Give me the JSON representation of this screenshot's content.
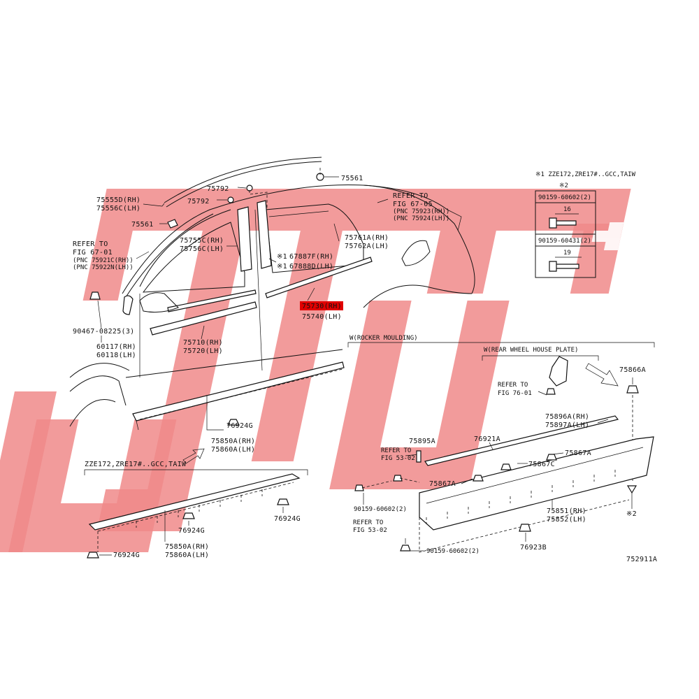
{
  "diagram_id": "752911A",
  "colors": {
    "watermark": "#f08a8a",
    "highlight": "#e00000",
    "line": "#111111"
  },
  "top_labels": {
    "p75561_top": "75561",
    "p75792_a": "75792",
    "p75792_b": "75792",
    "p75555d": "75555D(RH)",
    "p75556c": "75556C(LH)",
    "p75561_left": "75561",
    "p75755c": "75755C(RH)",
    "p75756c": "75756C(LH)",
    "p75761a": "75761A(RH)",
    "p75762a": "75762A(LH)",
    "p67887f": "67887F(RH)",
    "p67888d": "67888D(LH)",
    "p75730": "75730(RH)",
    "p75740": "75740(LH)",
    "p75710": "75710(RH)",
    "p75720": "75720(LH)",
    "p90467": "90467-08225(3)",
    "p60117": "60117(RH)",
    "p60118": "60118(LH)",
    "p76924_a": "76924G",
    "p75850a_a": "75850A(RH)",
    "p75860a_a": "75860A(LH)"
  },
  "markers": {
    "star1": "※1",
    "star2": "※2"
  },
  "refs": {
    "ref_67_01": [
      "REFER TO",
      "FIG 67-01",
      "(PNC 75921C(RH))",
      "(PNC 75922N(LH))"
    ],
    "ref_67_05": [
      "REFER TO",
      "FIG 67-05",
      "(PNC 75923(RH))",
      "(PNC 75924(LH))"
    ],
    "ref_76_01": [
      "REFER TO",
      "FIG 76-01"
    ],
    "ref_53_02_a": [
      "REFER TO",
      "FIG 53-02"
    ],
    "ref_53_02_b": [
      "REFER TO",
      "FIG 53-02"
    ]
  },
  "legend_box": {
    "note": "※1 ZZE172,ZRE17#..GCC,TAIW",
    "marker": "※2",
    "rows": [
      {
        "part": "90159-60602(2)",
        "size": "16"
      },
      {
        "part": "90159-60431(2)",
        "size": "19"
      }
    ]
  },
  "bottom_left": {
    "title": "ZZE172,ZRE17#..GCC,TAIW",
    "p76924_b": "76924G",
    "p76924_c": "76924G",
    "p76924_d": "76924G",
    "p75850a_b": "75850A(RH)",
    "p75860a_b": "75860A(LH)"
  },
  "rocker": {
    "title": "W(ROCKER MOULDING)",
    "subtitle": "W(REAR WHEEL HOUSE PLATE)",
    "p75866a": "75866A",
    "p75896a": "75896A(RH)",
    "p75897a": "75897A(LH)",
    "p75895a": "75895A",
    "p76921a": "76921A",
    "p75867c": "75867C",
    "p75867a_1": "75867A",
    "p75867a_2": "75867A",
    "p90159_a": "90159-60602(2)",
    "p75851": "75851(RH)",
    "p75852": "75852(LH)",
    "p76923b": "76923B",
    "p90159_b": "90159-60602(2)",
    "star2": "※2"
  }
}
